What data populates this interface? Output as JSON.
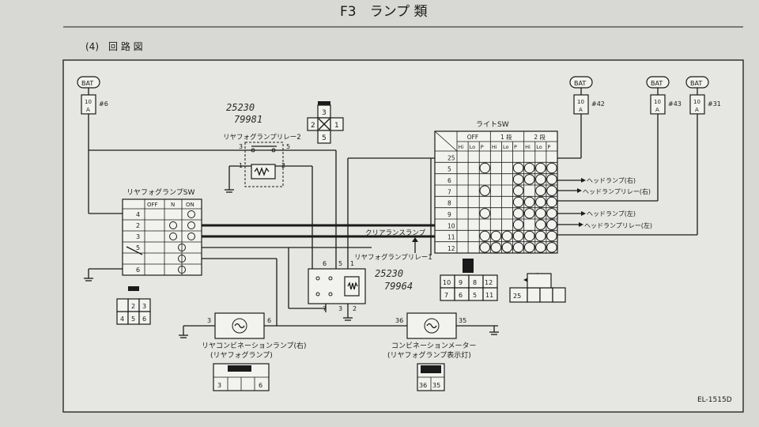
{
  "header": {
    "title": "F3　ランプ 類",
    "section": "(4)　回 路 図"
  },
  "doc_code": "EL-1515D",
  "batteries": [
    {
      "id": "bat1",
      "label": "BAT",
      "fuse": "10\nA",
      "fuse_no": "#6"
    },
    {
      "id": "bat2",
      "label": "BAT",
      "fuse": "10\nA",
      "fuse_no": "#42"
    },
    {
      "id": "bat3",
      "label": "BAT",
      "fuse": "10\nA",
      "fuse_no": "#43"
    },
    {
      "id": "bat4",
      "label": "BAT",
      "fuse": "10\nA",
      "fuse_no": "#31"
    }
  ],
  "handwritten": {
    "note1_a": "25230",
    "note1_b": "79981",
    "note2_a": "25230",
    "note2_b": "79964"
  },
  "relay2": {
    "label": "リヤフォグランプリレー2",
    "pins": [
      "3",
      "5",
      "1",
      "2"
    ]
  },
  "relay1": {
    "label": "リヤフォグランプリレー1",
    "pins": [
      "6",
      "5",
      "1",
      "7",
      "3",
      "2"
    ]
  },
  "rear_fog_sw": {
    "label": "リヤフォグランプSW",
    "cols": [
      "OFF",
      "N",
      "ON"
    ],
    "rows": [
      "4",
      "2",
      "3",
      "5",
      "6"
    ]
  },
  "light_sw": {
    "label": "ライトSW",
    "groups": [
      "OFF",
      "1 段",
      "2 段"
    ],
    "sub": [
      "Hi",
      "Lo",
      "P",
      "Hi",
      "Lo",
      "P",
      "Hi",
      "Lo",
      "P"
    ],
    "rows": [
      "25",
      "5",
      "6",
      "7",
      "8",
      "9",
      "10",
      "11",
      "12"
    ]
  },
  "outputs": {
    "hl_r": "ヘッドランプ(右)",
    "hl_relay_r": "ヘッドランプリレー(右)",
    "hl_l": "ヘッドランプ(左)",
    "hl_relay_l": "ヘッドランプリレー(左)",
    "clearance": "クリアランスランプ"
  },
  "loads": {
    "rear_combo_a": "リヤコンビネーションランプ(右)",
    "rear_combo_b": "(リヤフォグランプ)",
    "meter_a": "コンビネーションメーター",
    "meter_b": "(リヤフォグランプ表示灯)",
    "rear_pins": [
      "3",
      "6"
    ],
    "meter_pins": [
      "36",
      "35"
    ]
  },
  "connectors": {
    "top_cross": [
      "3",
      "2",
      "1",
      "5"
    ],
    "sw_conn": [
      "2",
      "3",
      "4",
      "5",
      "6"
    ],
    "relay_conn": [
      "10",
      "9",
      "8",
      "12",
      "7",
      "6",
      "5",
      "11"
    ],
    "light_conn": [
      "25"
    ],
    "rear_conn": [
      "3",
      "6"
    ],
    "meter_conn": [
      "35",
      "36"
    ]
  }
}
